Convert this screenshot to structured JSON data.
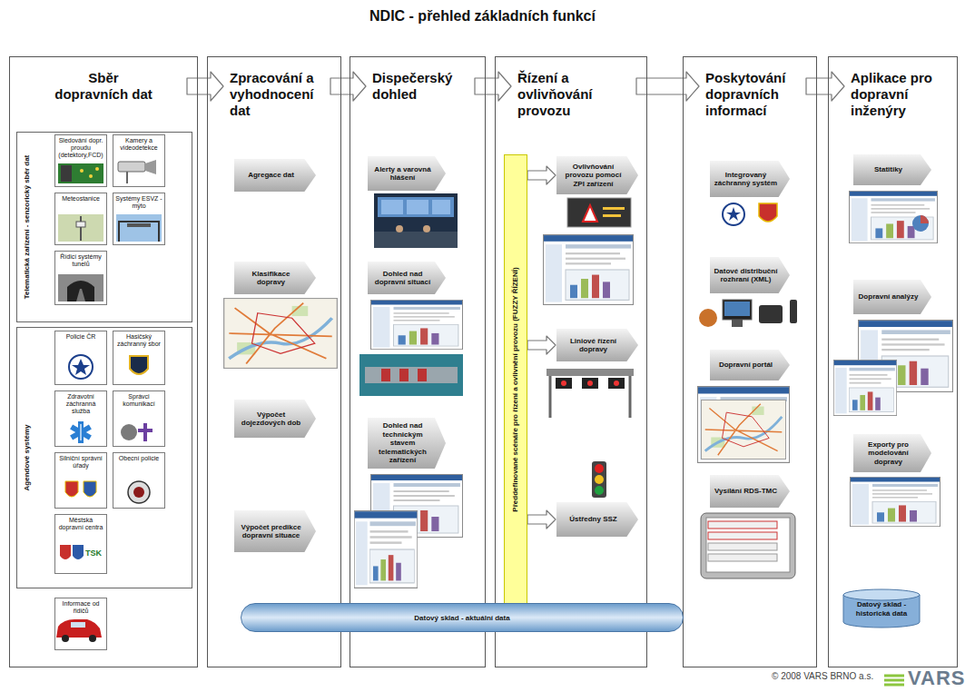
{
  "diagram": {
    "title": "NDIC - přehled základních funkcí",
    "nodes": [
      {
        "text": [
          "Sběr dopravních dat"
        ]
      },
      {
        "text": [
          "Telematická zařízení - senzorický sběr dat"
        ],
        "in": 0
      },
      {
        "text": [
          "Sledování dopr. proudu (detektory,FCD)"
        ],
        "in": 1
      },
      {
        "text": [
          "Kamery a videodetekce"
        ],
        "in": 1
      },
      {
        "text": [
          "Meteostanice"
        ],
        "in": 1
      },
      {
        "text": [
          "Systémy ESVZ - mýto"
        ],
        "in": 1
      },
      {
        "text": [
          "Řídicí systémy tunelů"
        ],
        "in": 1
      },
      {
        "text": [
          "Agendové systémy"
        ],
        "in": 0
      },
      {
        "text": [
          "Policie ČR"
        ],
        "in": 7
      },
      {
        "text": [
          "Hasičský záchranný sbor"
        ],
        "in": 7
      },
      {
        "text": [
          "Zdravotní záchranná služba"
        ],
        "in": 7
      },
      {
        "text": [
          "Správci komunikací"
        ],
        "in": 7
      },
      {
        "text": [
          "Silniční správní úřady"
        ],
        "in": 7
      },
      {
        "text": [
          "Obecní policie"
        ],
        "in": 7
      },
      {
        "text": [
          "Městská dopravní centra"
        ],
        "in": 7
      },
      {
        "text": [
          "Informace od řidičů"
        ],
        "in": 0
      },
      {
        "text": [
          "Zpracování a vyhodnocení dat"
        ]
      },
      {
        "text": [
          "Agregace dat"
        ],
        "in": 16
      },
      {
        "text": [
          "Klasifikace dopravy"
        ],
        "in": 16
      },
      {
        "text": [
          "Výpočet dojezdových dob"
        ],
        "in": 16
      },
      {
        "text": [
          "Výpočet predikce dopravní situace"
        ],
        "in": 16
      },
      {
        "text": [
          "Dispečerský dohled"
        ]
      },
      {
        "text": [
          "Alerty a varovná hlášení"
        ],
        "in": 21
      },
      {
        "text": [
          "Dohled nad dopravní situací"
        ],
        "in": 21
      },
      {
        "text": [
          "Dohled nad technickým stavem telematických zařízení"
        ],
        "in": 21
      },
      {
        "text": [
          "Řízení a ovlivňování provozu"
        ]
      },
      {
        "text": [
          "Předdefinované scénáře pro řízení a ovlivnění provozu (FUZZY ŘÍZENÍ)"
        ],
        "in": 25
      },
      {
        "text": [
          "Ovlivňování provozu pomocí ZPI zařízení"
        ],
        "in": 25
      },
      {
        "text": [
          "Liniové řízení dopravy"
        ],
        "in": 25
      },
      {
        "text": [
          "Ústředny SSZ"
        ],
        "in": 25
      },
      {
        "text": [
          "Poskytování dopravních informací"
        ]
      },
      {
        "text": [
          "Integrovaný záchranný systém"
        ],
        "in": 30
      },
      {
        "text": [
          "Datové distribuční rozhraní (XML)"
        ],
        "in": 30
      },
      {
        "text": [
          "Dopravní portál"
        ],
        "in": 30
      },
      {
        "text": [
          "Vysílání RDS-TMC"
        ],
        "in": 30
      },
      {
        "text": [
          "Aplikace pro dopravní inženýry"
        ]
      },
      {
        "text": [
          "Statitiky"
        ],
        "in": 35
      },
      {
        "text": [
          "Dopravní analýzy"
        ],
        "in": 35
      },
      {
        "text": [
          "Exporty pro modelování dopravy"
        ],
        "in": 35
      },
      {
        "text": [
          "Datový sklad - historická data"
        ],
        "in": 35
      },
      {
        "text": [
          "Datový sklad - aktuální data"
        ]
      }
    ],
    "edges": [
      {
        "from": 0,
        "to": 16,
        "arrow": "to"
      },
      {
        "from": 16,
        "to": 21,
        "arrow": "to"
      },
      {
        "from": 21,
        "to": 25,
        "arrow": "to"
      },
      {
        "from": 25,
        "to": 30,
        "arrow": "to"
      },
      {
        "from": 30,
        "to": 35,
        "arrow": "to"
      },
      {
        "from": 26,
        "to": 27,
        "arrow": "to"
      },
      {
        "from": 26,
        "to": 28,
        "arrow": "to"
      },
      {
        "from": 26,
        "to": 29,
        "arrow": "to"
      }
    ],
    "labels": [
      "TSK",
      "© 2008 VARS BRNO a.s.",
      "VARS"
    ]
  }
}
